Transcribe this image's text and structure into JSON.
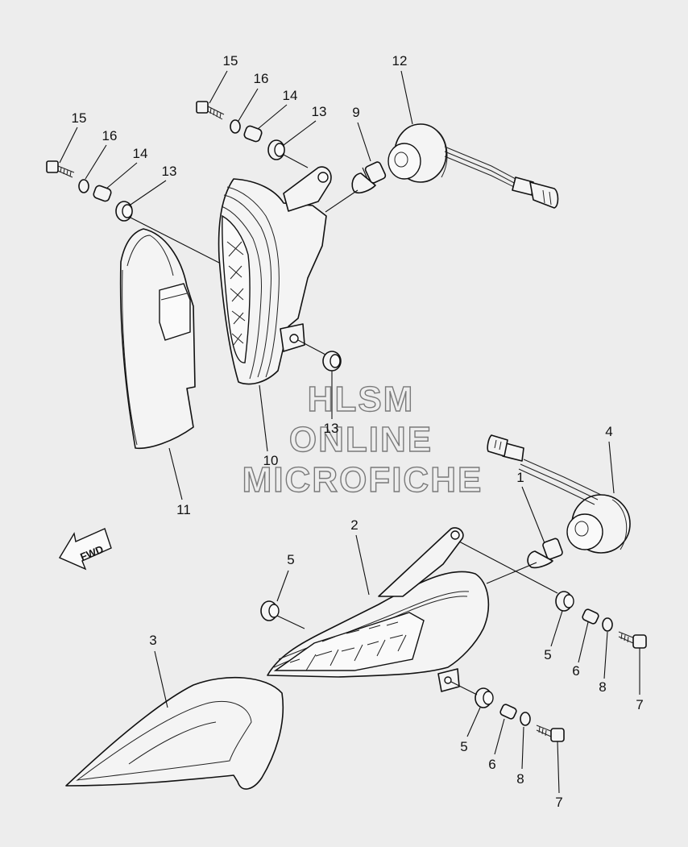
{
  "callouts": [
    {
      "id": "c15a",
      "label": "15"
    },
    {
      "id": "c16a",
      "label": "16"
    },
    {
      "id": "c14a",
      "label": "14"
    },
    {
      "id": "c13a",
      "label": "13"
    },
    {
      "id": "c9",
      "label": "9"
    },
    {
      "id": "c12",
      "label": "12"
    },
    {
      "id": "c15b",
      "label": "15"
    },
    {
      "id": "c16b",
      "label": "16"
    },
    {
      "id": "c14b",
      "label": "14"
    },
    {
      "id": "c13b",
      "label": "13"
    },
    {
      "id": "c13c",
      "label": "13"
    },
    {
      "id": "c10",
      "label": "10"
    },
    {
      "id": "c11",
      "label": "11"
    },
    {
      "id": "c4",
      "label": "4"
    },
    {
      "id": "c1",
      "label": "1"
    },
    {
      "id": "c2",
      "label": "2"
    },
    {
      "id": "c5a",
      "label": "5"
    },
    {
      "id": "c3",
      "label": "3"
    },
    {
      "id": "c5b",
      "label": "5"
    },
    {
      "id": "c6a",
      "label": "6"
    },
    {
      "id": "c8a",
      "label": "8"
    },
    {
      "id": "c7a",
      "label": "7"
    },
    {
      "id": "c5c",
      "label": "5"
    },
    {
      "id": "c6b",
      "label": "6"
    },
    {
      "id": "c8b",
      "label": "8"
    },
    {
      "id": "c7b",
      "label": "7"
    }
  ],
  "fwd_label": "FWD",
  "watermark": {
    "line1": "HLSM",
    "line2": "ONLINE",
    "line3": "MICROFICHE"
  }
}
